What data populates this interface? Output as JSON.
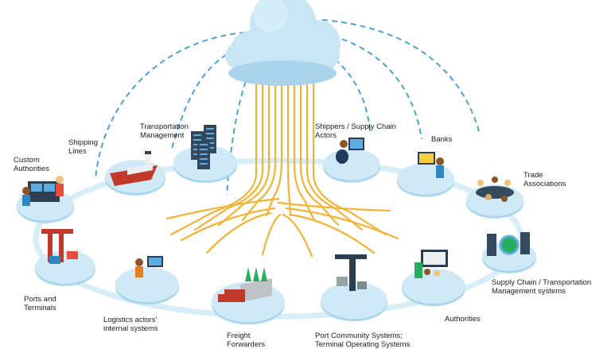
{
  "nodes": [
    {
      "id": "custom",
      "label_lines": [
        "Custom",
        "Authorities"
      ],
      "icon": "customs-officer-desk-icon"
    },
    {
      "id": "shipping",
      "label_lines": [
        "Shipping",
        "Lines"
      ],
      "icon": "cargo-ship-icon"
    },
    {
      "id": "tms",
      "label_lines": [
        "Transportation",
        "Management"
      ],
      "icon": "server-racks-icon"
    },
    {
      "id": "shippers",
      "label_lines": [
        "Shippers / Supply Chain",
        "Actors"
      ],
      "icon": "person-at-computer-icon"
    },
    {
      "id": "banks",
      "label_lines": [
        "Banks"
      ],
      "icon": "person-at-laptop-icon"
    },
    {
      "id": "trade",
      "label_lines": [
        "Trade",
        "Associations"
      ],
      "icon": "meeting-table-icon"
    },
    {
      "id": "scm",
      "label_lines": [
        "Supply Chain / Transportation",
        "Management systems"
      ],
      "icon": "globe-servers-icon"
    },
    {
      "id": "authorities",
      "label_lines": [
        "Authorities"
      ],
      "icon": "people-at-screen-icon"
    },
    {
      "id": "pcs",
      "label_lines": [
        "Port Community Systems;",
        "Terminal Operating Systems"
      ],
      "icon": "port-crane-icon"
    },
    {
      "id": "freight",
      "label_lines": [
        "Freight",
        "Forwarders"
      ],
      "icon": "truck-warehouse-icon"
    },
    {
      "id": "logistics",
      "label_lines": [
        "Logistics actors'",
        "internal systems"
      ],
      "icon": "person-at-desk-icon"
    },
    {
      "id": "ports",
      "label_lines": [
        "Ports and",
        "Terminals"
      ],
      "icon": "container-crane-icon"
    }
  ],
  "colors": {
    "ring": "#bfe3f2",
    "ring_stroke": "#d7eef8",
    "platform": "#cfe9f6",
    "platform_dark": "#a9d6ec",
    "cloud": "#c9e6f5",
    "cloud_dark": "#aad4ec",
    "dashed": "#4aa3d3",
    "cable": "#f3b335",
    "text": "#1c1c1c"
  }
}
